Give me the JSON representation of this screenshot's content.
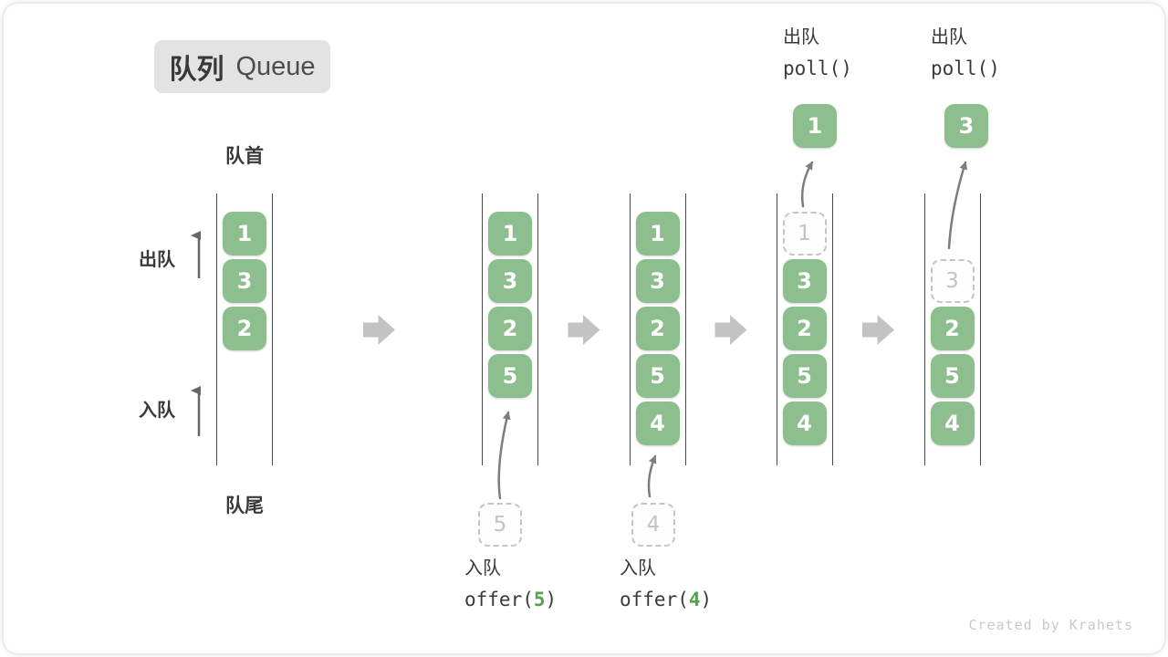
{
  "title": {
    "zh": "队列",
    "en": "Queue"
  },
  "position_labels": {
    "front": "队首",
    "rear": "队尾"
  },
  "side_labels": {
    "dequeue": "出队",
    "enqueue": "入队"
  },
  "watermark": "Created by Krahets",
  "colors": {
    "box_green": "#8dbe8d",
    "box_text": "#ffffff",
    "dashed_gray": "#c4c4c4",
    "block_arrow_gray": "#c3c3c3",
    "motion_arrow_gray": "#7d7d7d",
    "accent_digit_green": "#55a055"
  },
  "states": [
    {
      "slots": [
        {
          "row": 0,
          "value": "1",
          "style": "solid"
        },
        {
          "row": 1,
          "value": "3",
          "style": "solid"
        },
        {
          "row": 2,
          "value": "2",
          "style": "solid"
        }
      ]
    },
    {
      "slots": [
        {
          "row": 0,
          "value": "1",
          "style": "solid"
        },
        {
          "row": 1,
          "value": "3",
          "style": "solid"
        },
        {
          "row": 2,
          "value": "2",
          "style": "solid"
        },
        {
          "row": 3,
          "value": "5",
          "style": "solid"
        }
      ],
      "incoming_value": "5",
      "operation": {
        "label": "入队",
        "call_parts": [
          "offer(",
          "5",
          ")"
        ]
      }
    },
    {
      "slots": [
        {
          "row": 0,
          "value": "1",
          "style": "solid"
        },
        {
          "row": 1,
          "value": "3",
          "style": "solid"
        },
        {
          "row": 2,
          "value": "2",
          "style": "solid"
        },
        {
          "row": 3,
          "value": "5",
          "style": "solid"
        },
        {
          "row": 4,
          "value": "4",
          "style": "solid"
        }
      ],
      "incoming_value": "4",
      "operation": {
        "label": "入队",
        "call_parts": [
          "offer(",
          "4",
          ")"
        ]
      }
    },
    {
      "slots": [
        {
          "row": 0,
          "value": "1",
          "style": "dashed"
        },
        {
          "row": 1,
          "value": "3",
          "style": "solid"
        },
        {
          "row": 2,
          "value": "2",
          "style": "solid"
        },
        {
          "row": 3,
          "value": "5",
          "style": "solid"
        },
        {
          "row": 4,
          "value": "4",
          "style": "solid"
        }
      ],
      "outgoing_value": "1",
      "operation": {
        "label": "出队",
        "call_parts": [
          "poll()",
          "",
          ""
        ]
      }
    },
    {
      "slots": [
        {
          "row": 1,
          "value": "3",
          "style": "dashed"
        },
        {
          "row": 2,
          "value": "2",
          "style": "solid"
        },
        {
          "row": 3,
          "value": "5",
          "style": "solid"
        },
        {
          "row": 4,
          "value": "4",
          "style": "solid"
        }
      ],
      "outgoing_value": "3",
      "operation": {
        "label": "出队",
        "call_parts": [
          "poll()",
          "",
          ""
        ]
      }
    }
  ]
}
